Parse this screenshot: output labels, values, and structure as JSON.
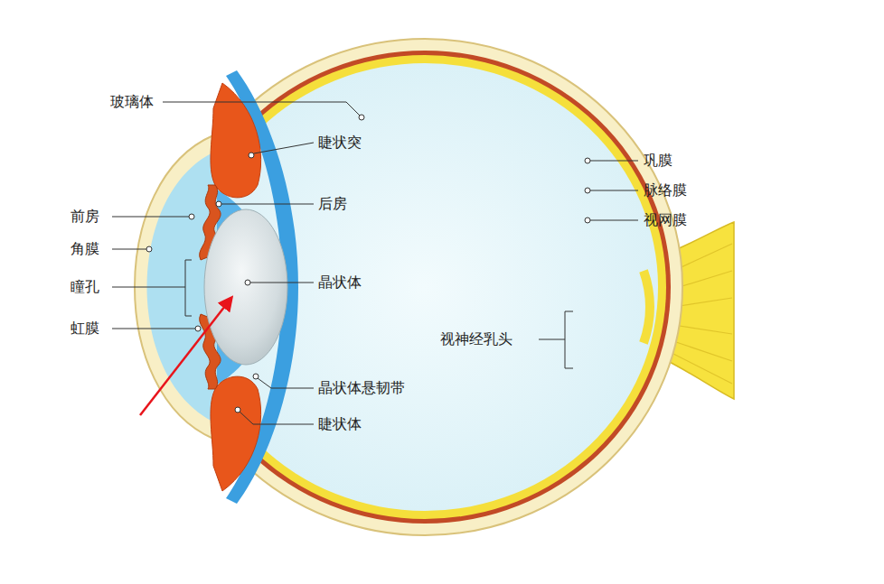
{
  "diagram": {
    "labels": [
      "玻璃体",
      "睫状突",
      "后房",
      "前房",
      "巩膜",
      "脉络膜",
      "视网膜",
      "角膜",
      "瞳孔",
      "晶状体",
      "虹膜",
      "视神经乳头",
      "晶状体悬韧带",
      "睫状体"
    ]
  }
}
